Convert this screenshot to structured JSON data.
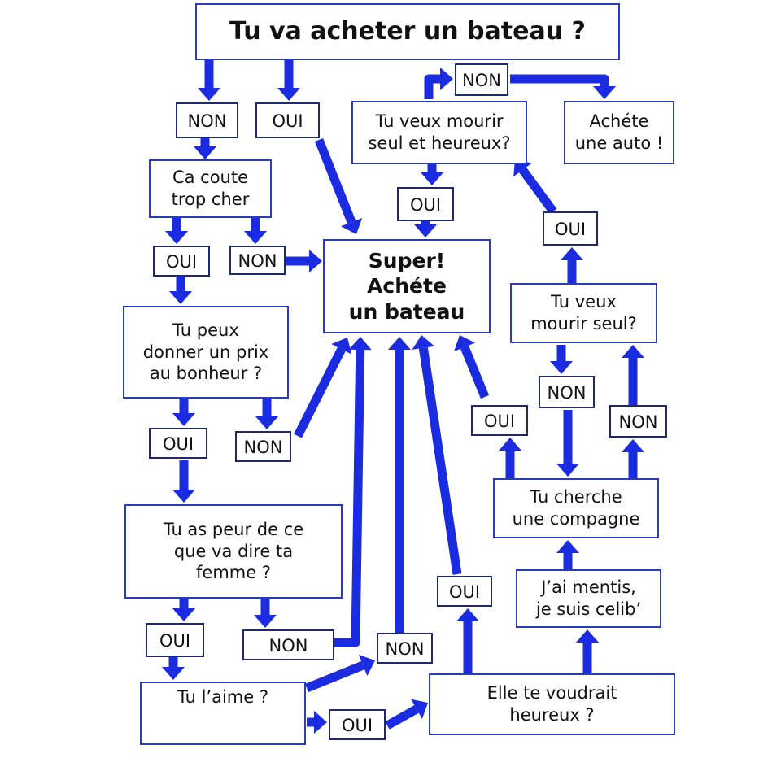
{
  "colors": {
    "arrow": "#1a2be0",
    "border": "#2c3bb8",
    "text": "#111111"
  },
  "nodes": {
    "title": "Tu va acheter un bateau ?",
    "q_trop_cher": "Ca coute\ntrop cher",
    "q_prix_bonheur": "Tu peux\ndonner un prix\nau bonheur ?",
    "q_peur_femme": "Tu as peur de ce\nque va dire ta\nfemme ?",
    "q_aime": "Tu l’aime ?",
    "q_heureux": "Elle te voudrait\nheureux ?",
    "q_menti": "J’ai mentis,\nje suis celib’",
    "q_compagne": "Tu cherche\nune compagne",
    "q_mourir_seul": "Tu veux\nmourir seul?",
    "q_mourir_heureux": "Tu veux mourir\nseul et heureux?",
    "r_auto": "Achéte\nune auto !",
    "r_bateau": "Super!\nAchéte\nun bateau"
  },
  "labels": {
    "non_1": "NON",
    "oui_1": "OUI",
    "oui_2": "OUI",
    "non_2": "NON",
    "oui_3": "OUI",
    "non_3": "NON",
    "oui_4": "OUI",
    "non_4": "NON",
    "non_5": "NON",
    "oui_5": "OUI",
    "oui_6": "OUI",
    "non_6": "NON",
    "oui_7": "OUI",
    "non_7": "NON",
    "oui_8": "OUI",
    "non_8": "NON",
    "oui_9": "OUI"
  }
}
